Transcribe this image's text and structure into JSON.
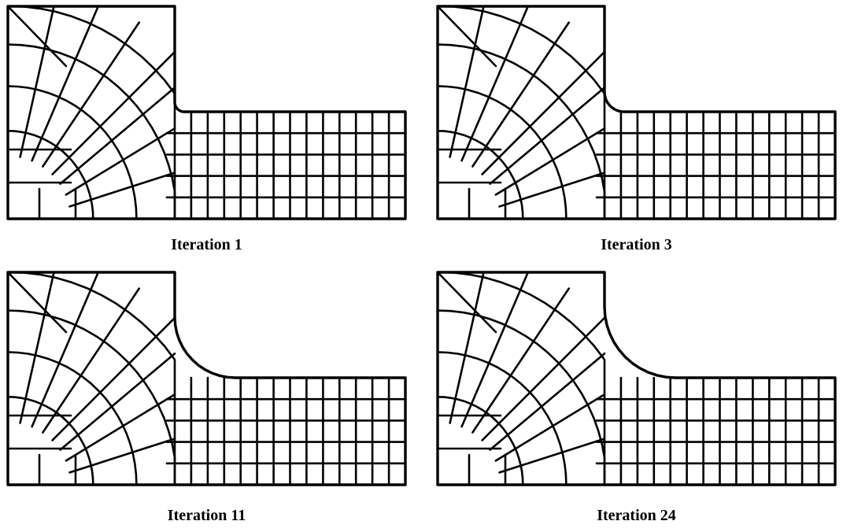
{
  "figure": {
    "panels": [
      {
        "caption": "Iteration  1",
        "iteration": 1
      },
      {
        "caption": "Iteration 3",
        "iteration": 3
      },
      {
        "caption": "Iteration 11",
        "iteration": 11
      },
      {
        "caption": "Iteration 24",
        "iteration": 24
      }
    ],
    "mesh": {
      "line_color": "#000000"
    }
  }
}
